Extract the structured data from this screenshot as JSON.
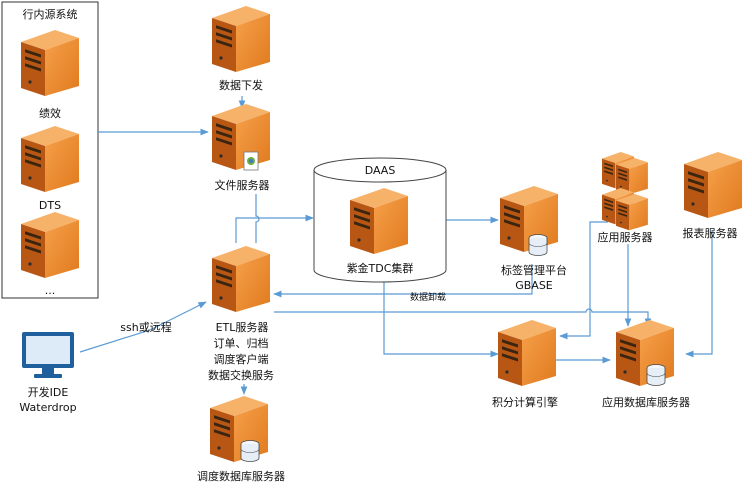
{
  "source_group": {
    "title": "行内源系统",
    "items": [
      "绩效",
      "DTS",
      "..."
    ]
  },
  "nodes": {
    "data_dispatch": "数据下发",
    "file_server": "文件服务器",
    "daas_title": "DAAS",
    "tdc_cluster": "紫金TDC集群",
    "tag_platform_line1": "标签管理平台",
    "tag_platform_line2": "GBASE",
    "app_server": "应用服务器",
    "report_server": "报表服务器",
    "etl_line1": "ETL服务器",
    "etl_line2": "订单、归档",
    "etl_line3": "调度客户端",
    "etl_line4": "数据交换服务",
    "schedule_db": "调度数据库服务器",
    "points_engine": "积分计算引擎",
    "app_db": "应用数据库服务器",
    "dev_ide_line1": "开发IDE",
    "dev_ide_line2": "Waterdrop"
  },
  "edges": {
    "ssh": "ssh或远程",
    "unload": "数据卸载"
  },
  "colors": {
    "server_body": "#F08A2C",
    "server_top": "#F7B26A",
    "server_dark": "#C9621A",
    "connector": "#5B9BD5",
    "db_cylinder": "#E6EEF8"
  }
}
